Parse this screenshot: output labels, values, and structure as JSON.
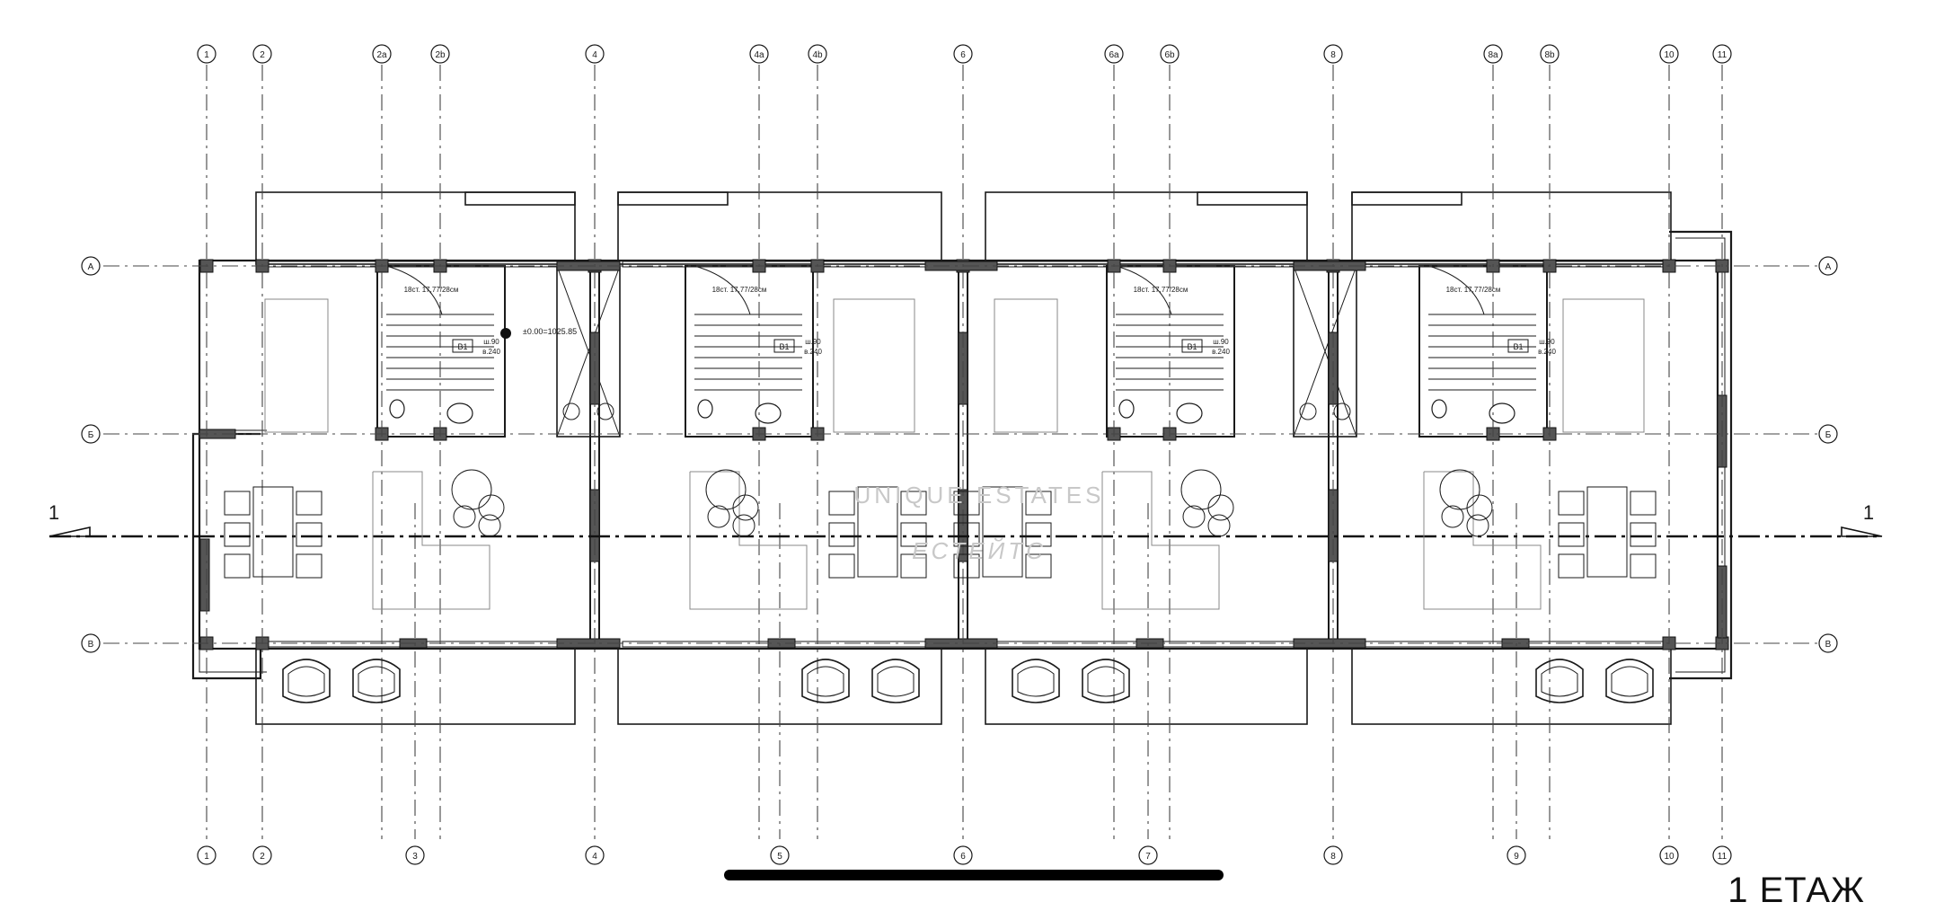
{
  "plan": {
    "top_axis_labels": [
      "1",
      "2",
      "2a",
      "2b",
      "4",
      "4a",
      "4b",
      "6",
      "6a",
      "6b",
      "8",
      "8a",
      "8b",
      "10",
      "11"
    ],
    "bottom_axis_labels": [
      "1",
      "2",
      "3",
      "4",
      "5",
      "6",
      "7",
      "8",
      "9",
      "10",
      "11"
    ],
    "row_axis_labels": [
      "А",
      "Б",
      "В"
    ],
    "section_marker": "1",
    "stair_labels": [
      "18ст. 17,77/28см",
      "18ст. 17,77/28см",
      "18ст. 17,77/28см",
      "18ст. 17,77/28см"
    ],
    "door_tag": "В1",
    "door_width": "ш.90",
    "door_height": "в.240",
    "level_mark": "±0.00=1025.85",
    "floor_title": "1 ЕТАЖ",
    "watermark_line1": "UNIQUE ESTATES",
    "watermark_line2": "ЕСТЕЙТС"
  },
  "colors": {
    "line": "#1a1a1a",
    "column_fill": "#555555",
    "watermark": "#c8c8c8",
    "background": "#ffffff"
  }
}
